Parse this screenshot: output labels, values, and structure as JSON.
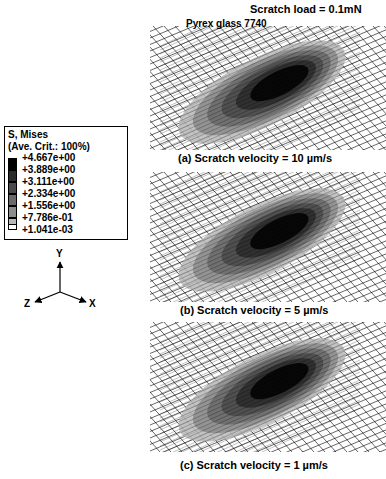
{
  "diagram": {
    "title": "Scratch load = 0.1mN",
    "labels": [
      "Pyrex glass 7740",
      "S, Mises",
      "(Ave. Crit.: 100%)",
      "Y",
      "Z",
      "X",
      "(a) Scratch velocity = 10 µm/s",
      "(b) Scratch velocity = 5 µm/s",
      "(c) Scratch velocity = 1 µm/s"
    ],
    "legend": [
      {
        "text": "+4.667e+00",
        "color": "#000000"
      },
      {
        "text": "+3.889e+00",
        "color": "#2a2a2a"
      },
      {
        "text": "+3.111e+00",
        "color": "#4a4a4a"
      },
      {
        "text": "+2.334e+00",
        "color": "#6a6a6a"
      },
      {
        "text": "+1.556e+00",
        "color": "#8c8c8c"
      },
      {
        "text": "+7.786e-01",
        "color": "#b8b8b8"
      },
      {
        "text": "+1.041e-03",
        "color": "#ffffff"
      }
    ]
  }
}
